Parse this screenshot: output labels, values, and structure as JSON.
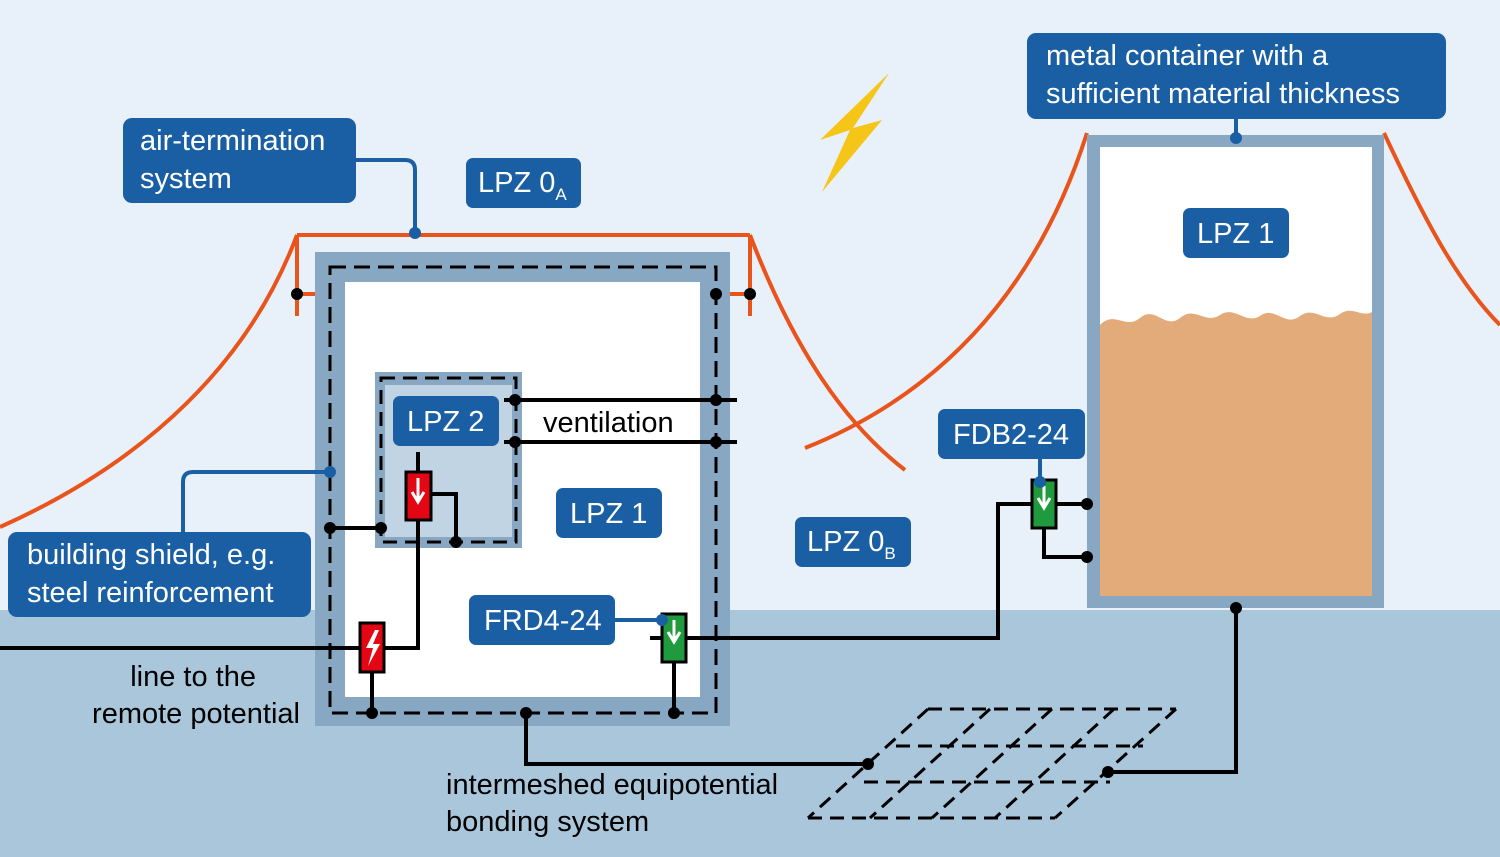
{
  "labels": {
    "air_termination": [
      "air-termination",
      "system"
    ],
    "metal_container": [
      "metal container with a",
      "sufficient material thickness"
    ],
    "building_shield": [
      "building shield, e.g.",
      "steel reinforcement"
    ],
    "lpz0a": {
      "main": "LPZ 0",
      "sub": "A"
    },
    "lpz0b": {
      "main": "LPZ 0",
      "sub": "B"
    },
    "lpz1_building": "LPZ 1",
    "lpz1_container": "LPZ 1",
    "lpz2": "LPZ 2",
    "frd": "FRD4-24",
    "fdb": "FDB2-24",
    "ventilation": "ventilation",
    "remote_line": [
      "line to the",
      "remote potential"
    ],
    "bonding": [
      "intermeshed equipotential",
      "bonding system"
    ]
  },
  "colors": {
    "sky": "#e8f1f9",
    "ground": "#a9c6db",
    "label_bg": "#1a5fa3",
    "air_termination": "#e8541c",
    "shield": "#88a7c2",
    "lightning": "#f5c518",
    "surge_arrester": "#e30613",
    "surge_protector": "#1f9a3c",
    "material": "#e3ab7a"
  },
  "icons": [
    "lightning-bolt-icon",
    "lightning-arrester-icon",
    "surge-protector-arrow-icon"
  ]
}
